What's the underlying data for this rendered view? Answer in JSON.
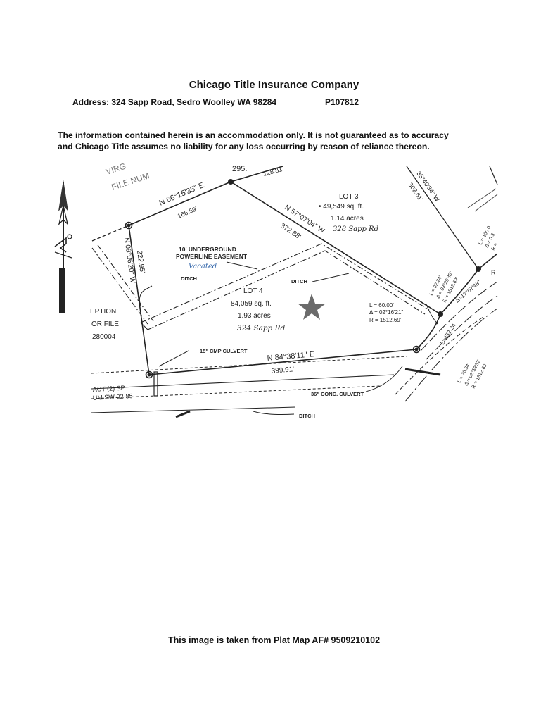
{
  "header": {
    "company": "Chicago Title Insurance Company",
    "address": "Address: 324 Sapp Road, Sedro Woolley WA 98284",
    "parcel": "P107812"
  },
  "disclaimer": {
    "line1": "The information contained herein is an accommodation only.  It is not guaranteed as to accuracy",
    "line2": "and Chicago Title assumes no liability for any loss occurring by reason of reliance thereon."
  },
  "map": {
    "bearings": {
      "top_left": "N 66°15'35\" E",
      "top_partial": "295.",
      "top_right_dist": "128.81",
      "left_dist": "166.59'",
      "left_side": "N 08°06'20\" W",
      "left_side_dist": "222.95'",
      "diagonal": "N 57°07'04\" W",
      "diagonal_dist": "372.88'",
      "bottom": "N 84°38'11\" E",
      "bottom_dist": "399.91'",
      "upper_right": "35°40'34\" W",
      "upper_right_dist": "303.61'"
    },
    "lot3": {
      "label": "LOT 3",
      "area": "• 49,549 sq. ft.",
      "acres": "1.14 acres",
      "address": "328 Sapp Rd"
    },
    "lot4": {
      "label": "LOT 4",
      "area": "84,059 sq. ft.",
      "acres": "1.93 acres",
      "address": "324 Sapp Rd"
    },
    "easement": {
      "line1": "10' UNDERGROUND",
      "line2": "POWERLINE EASEMENT",
      "note": "Vacated"
    },
    "ditch": "DITCH",
    "ditch2": "DITCH",
    "ditch3": "DITCH",
    "culvert_15": "15\" CMP CULVERT",
    "culvert_36": "36\" CONC. CULVERT",
    "curve1": {
      "l": "L = 60.00'",
      "delta": "Δ = 02°16'21\"",
      "r": "R = 1512.69'"
    },
    "curve2": {
      "l": "L = 92.24'",
      "delta": "Δ = 03°29'38\"",
      "r": "R = 1512.69'"
    },
    "curve3": {
      "l": "L = 100.0",
      "delta": "Δ = 0.3",
      "r": "R ="
    },
    "curve4": {
      "l": "L = 76.34'",
      "delta": "Δ = 02°53'32\"",
      "r": "R = 1512.69'"
    },
    "arc": "L=452.24",
    "arc_delta": "Δ=17°07'48\"",
    "cut_left1": "EPTION",
    "cut_left2": "OR FILE",
    "cut_left3": "280004",
    "cut_top1": "VIRG",
    "cut_top2": "FILE NUM",
    "cut_bottom1": "ACT (2) SP",
    "cut_bottom2": "UM SW-02-85",
    "cut_right": "R"
  },
  "footer": "This image is taken from Plat Map AF#  9509210102"
}
